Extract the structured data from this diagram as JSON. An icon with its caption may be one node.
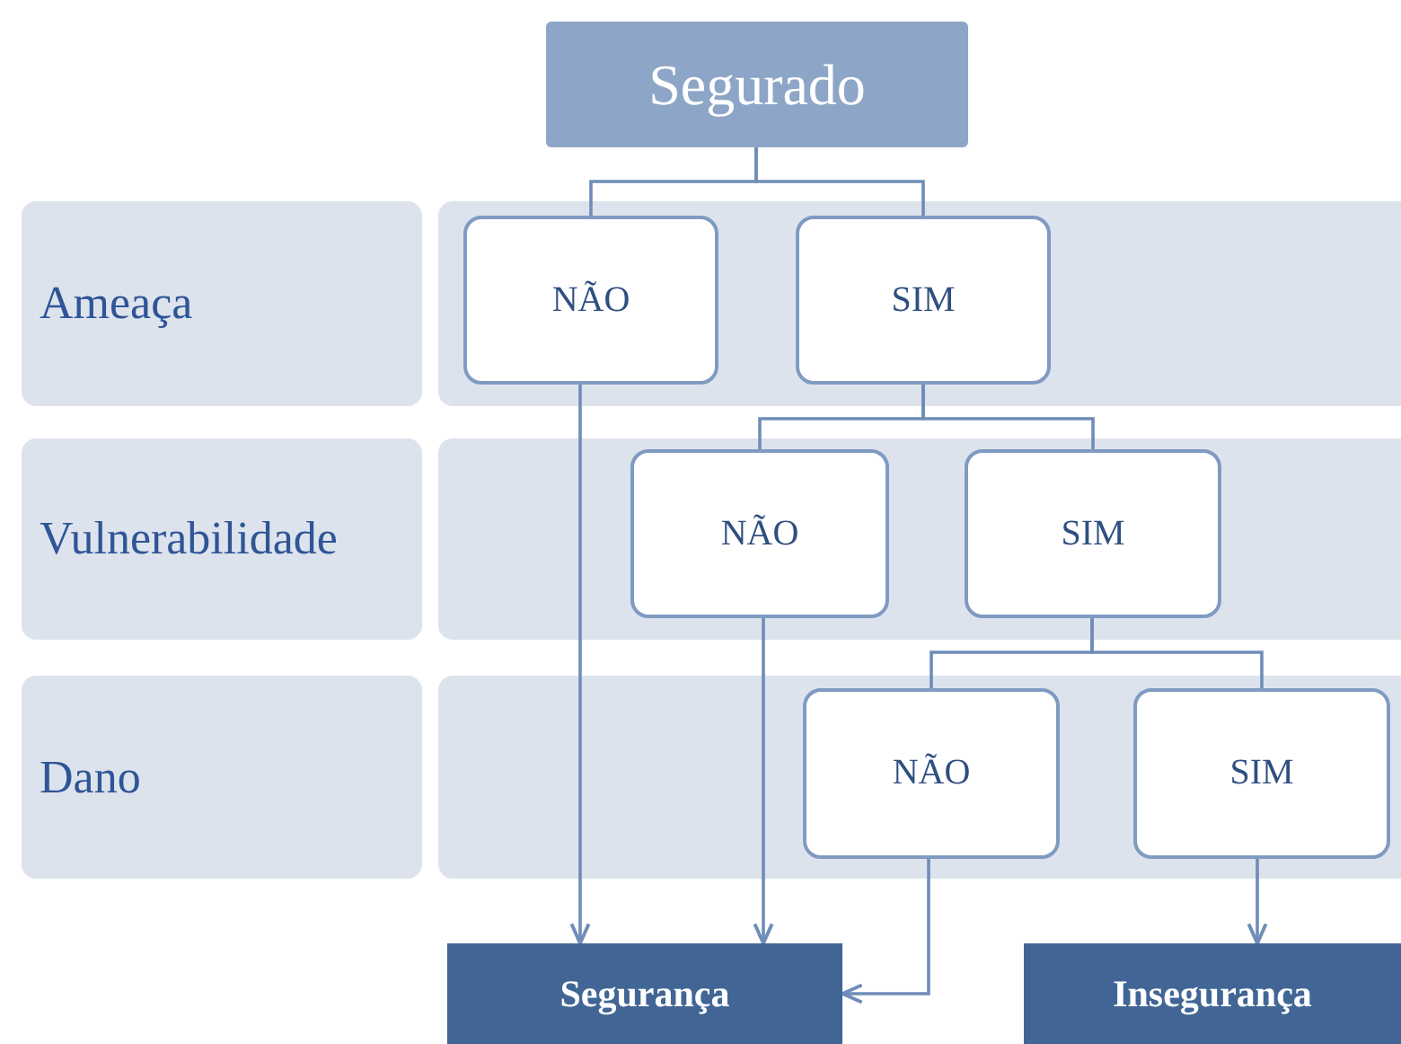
{
  "diagram": {
    "nodes": [
      {
        "text": [
          "Segurado"
        ]
      },
      {
        "text": [
          "Ameaça"
        ]
      },
      {
        "text": [
          "NÃO"
        ],
        "in": 1
      },
      {
        "text": [
          "SIM"
        ],
        "in": 1
      },
      {
        "text": [
          "Vulnerabilidade"
        ]
      },
      {
        "text": [
          "NÃO"
        ],
        "in": 4
      },
      {
        "text": [
          "SIM"
        ],
        "in": 4
      },
      {
        "text": [
          "Dano"
        ]
      },
      {
        "text": [
          "NÃO"
        ],
        "in": 7
      },
      {
        "text": [
          "SIM"
        ],
        "in": 7
      },
      {
        "text": [
          "Segurança"
        ]
      },
      {
        "text": [
          "Insegurança"
        ]
      }
    ],
    "edges": [
      {
        "from": 0,
        "to": 2,
        "arrow": "none"
      },
      {
        "from": 0,
        "to": 3,
        "arrow": "none"
      },
      {
        "from": 3,
        "to": 5,
        "arrow": "none"
      },
      {
        "from": 3,
        "to": 6,
        "arrow": "none"
      },
      {
        "from": 6,
        "to": 8,
        "arrow": "none"
      },
      {
        "from": 6,
        "to": 9,
        "arrow": "none"
      },
      {
        "from": 2,
        "to": 10,
        "arrow": "to"
      },
      {
        "from": 5,
        "to": 10,
        "arrow": "to"
      },
      {
        "from": 8,
        "to": 10,
        "arrow": "to"
      },
      {
        "from": 9,
        "to": 11,
        "arrow": "to"
      }
    ]
  }
}
